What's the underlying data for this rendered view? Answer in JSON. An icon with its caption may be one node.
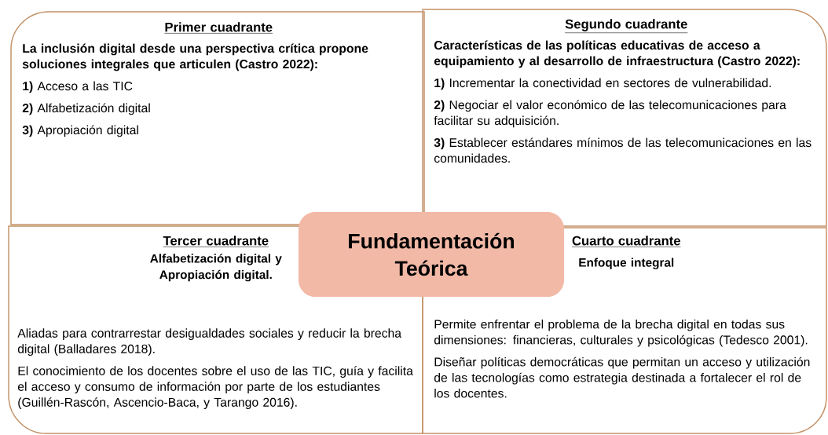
{
  "diagram": {
    "nodes": [
      {
        "text": [
          "Primer cuadrante",
          "La inclusión digital desde una perspectiva crítica propone soluciones integrales que articulen (Castro 2022):",
          "**1)** Acceso a las TIC",
          "**2)** Alfabetización digital",
          "**3)** Apropiación digital"
        ]
      },
      {
        "text": [
          "Segundo cuadrante",
          "Características de las políticas educativas de acceso a equipamiento y al desarrollo de infraestructura (Castro 2022):",
          "**1)** Incrementar la conectividad en sectores de vulnerabilidad.",
          "**2)** Negociar el valor económico de las telecomunicaciones para facilitar su adquisición.",
          "**3)** Establecer estándares mínimos de las telecomunicaciones en las comunidades."
        ]
      },
      {
        "text": [
          "Tercer cuadrante",
          "Alfabetización digital y Apropiación digital.",
          "Aliadas para contrarrestar desigualdades sociales y reducir la brecha digital (Balladares 2018).",
          "El conocimiento de los docentes sobre el uso de las TIC, guía y facilita el acceso y consumo de información por parte de los estudiantes (Guillén-Rascón, Ascencio-Baca, y Tarango 2016)."
        ]
      },
      {
        "text": [
          "Cuarto cuadrante",
          "Enfoque integral",
          "Permite enfrentar el problema de la brecha digital en todas sus dimensiones: financieras, culturales y psicológicas  (Tedesco 2001).",
          "Diseñar políticas democráticas que permitan un acceso y utilización de las tecnologías como estrategia destinada a fortalecer el rol de los docentes."
        ]
      },
      {
        "text": [
          "Fundamentación Teórica"
        ]
      }
    ]
  }
}
